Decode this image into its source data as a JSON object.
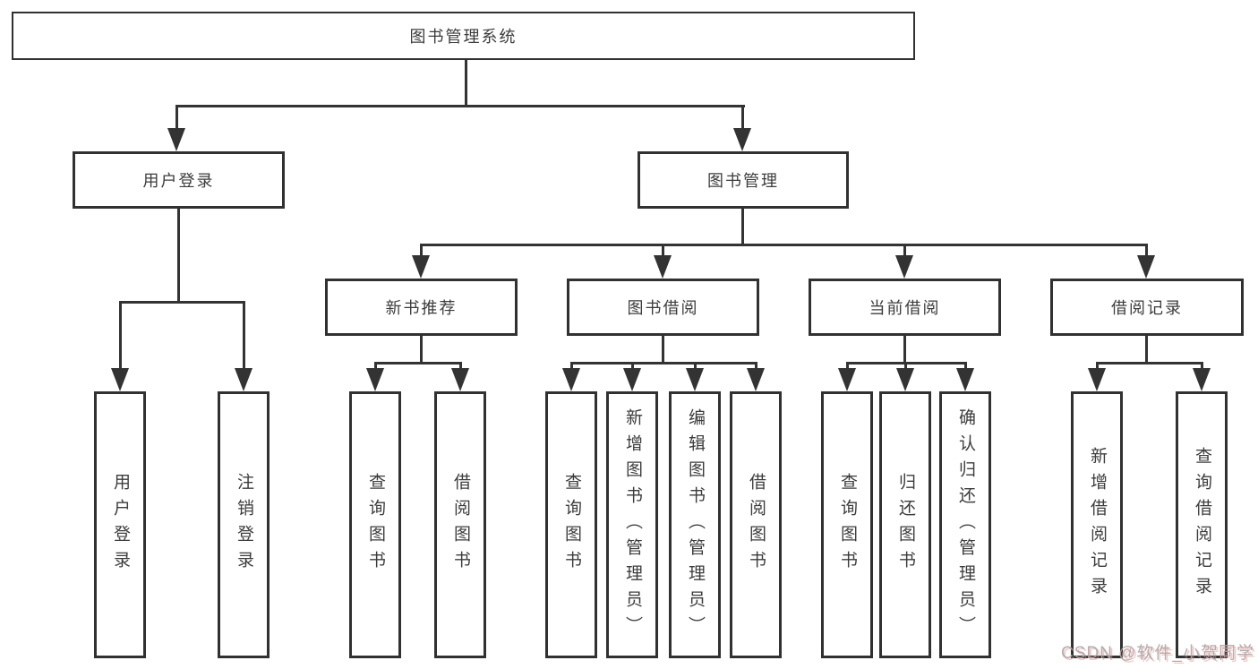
{
  "colors": {
    "background": "#ffffff",
    "line": "#333333",
    "box_border": "#313131",
    "text": "#3c3c3c",
    "watermark_text": "#a8a8a8",
    "watermark_shadow": "#f48c8c"
  },
  "watermark": {
    "text": "CSDN @软件_小贺同学"
  },
  "tree": {
    "root": {
      "label": "图书管理系统"
    },
    "children": [
      {
        "label": "用户登录",
        "children": [
          {
            "label": "用户登录"
          },
          {
            "label": "注销登录"
          }
        ]
      },
      {
        "label": "图书管理",
        "children": [
          {
            "label": "新书推荐",
            "children": [
              {
                "label": "查询图书"
              },
              {
                "label": "借阅图书"
              }
            ]
          },
          {
            "label": "图书借阅",
            "children": [
              {
                "label": "查询图书"
              },
              {
                "label": "新增图书（管理员）"
              },
              {
                "label": "编辑图书（管理员）"
              },
              {
                "label": "借阅图书"
              }
            ]
          },
          {
            "label": "当前借阅",
            "children": [
              {
                "label": "查询图书"
              },
              {
                "label": "归还图书"
              },
              {
                "label": "确认归还（管理员）"
              }
            ]
          },
          {
            "label": "借阅记录",
            "children": [
              {
                "label": "新增借阅记录"
              },
              {
                "label": "查询借阅记录"
              }
            ]
          }
        ]
      }
    ]
  }
}
